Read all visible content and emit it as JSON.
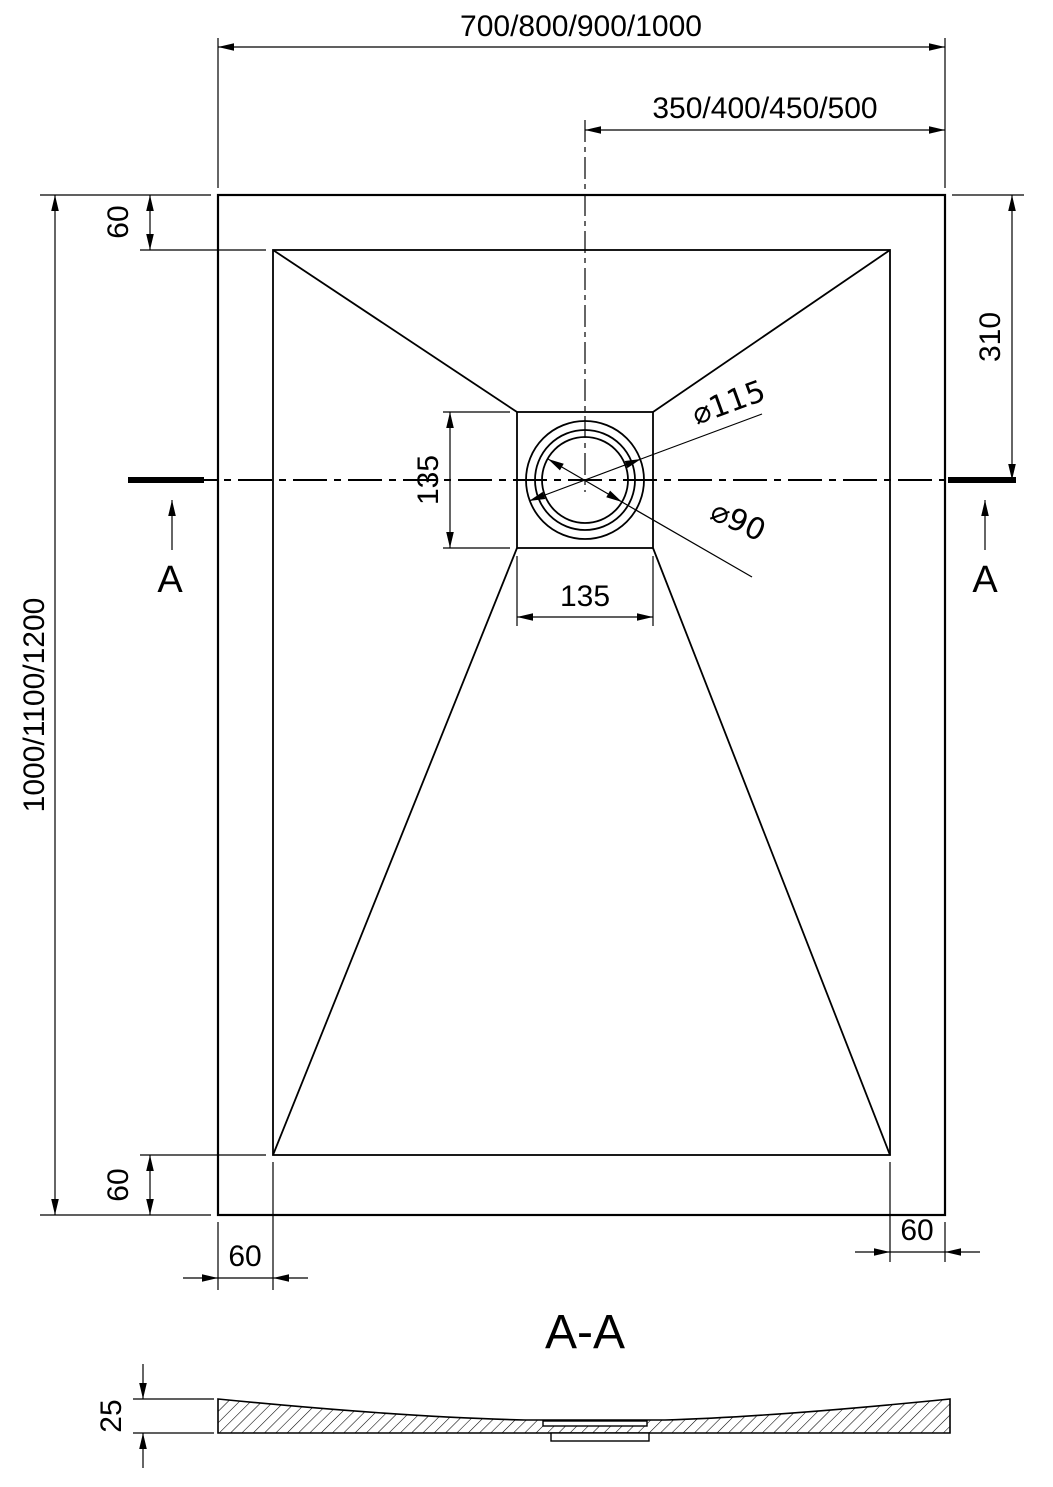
{
  "plan_view": {
    "dim_width_options": "700/800/900/1000",
    "dim_half_width_options": "350/400/450/500",
    "dim_length_options": "1000/1100/1200",
    "dim_edge_top": "60",
    "dim_edge_bottom": "60",
    "dim_edge_left": "60",
    "dim_edge_right": "60",
    "dim_drain_from_top": "310",
    "dim_drain_box_height": "135",
    "dim_drain_box_width": "135",
    "dim_drain_outer_dia": "⌀115",
    "dim_drain_inner_dia": "⌀90",
    "section_marker_left": "A",
    "section_marker_right": "A"
  },
  "section_view": {
    "title": "A-A",
    "dim_thickness": "25"
  },
  "colors": {
    "line": "#000000",
    "background": "#ffffff"
  }
}
